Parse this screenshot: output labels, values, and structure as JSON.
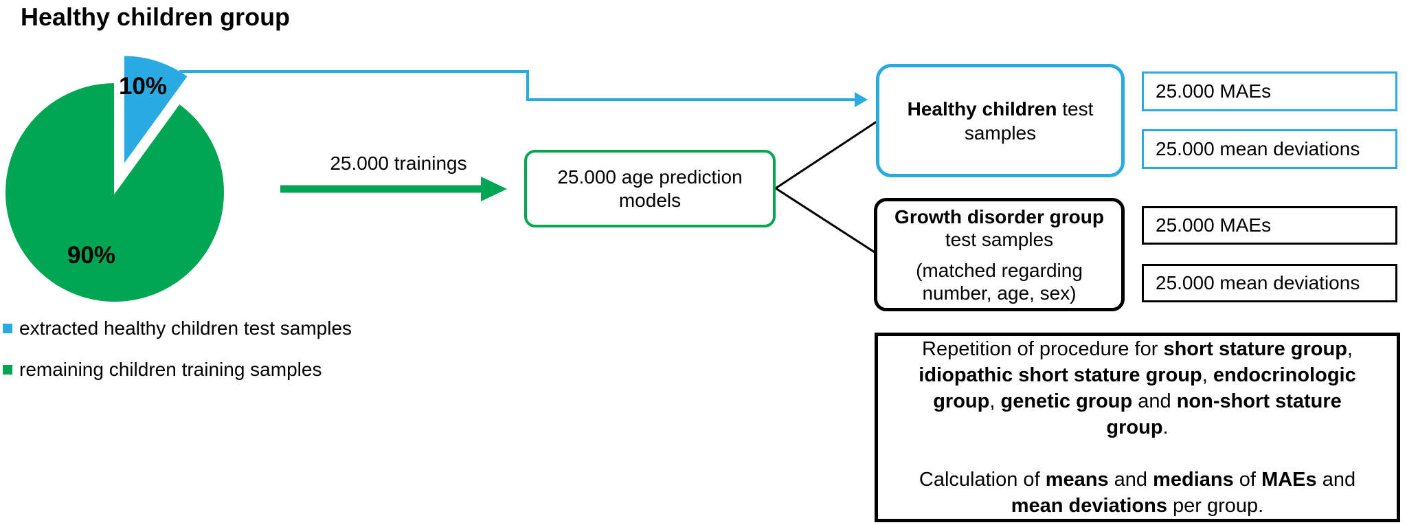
{
  "title": "Healthy children group",
  "colors": {
    "green": "#00A651",
    "blue": "#29ABE2",
    "black": "#000000",
    "background": "#FFFFFF"
  },
  "chart_data": {
    "type": "pie",
    "title": "Healthy children group",
    "labels": [
      "extracted healthy children test samples",
      "remaining children training samples"
    ],
    "values": [
      10,
      90
    ],
    "slice_labels": [
      "10%",
      "90%"
    ],
    "colors": [
      "#29ABE2",
      "#00A651"
    ],
    "explode": [
      0.26,
      0
    ],
    "start_angle_deg": 0,
    "direction": "clockwise",
    "legend_position": "bottom-left"
  },
  "legend": {
    "items": [
      {
        "label": "extracted healthy children test samples",
        "color": "#29ABE2"
      },
      {
        "label": "remaining children training samples",
        "color": "#00A651"
      }
    ]
  },
  "flow": {
    "training_arrow_label": "25.000 trainings",
    "models_box_lines": [
      "25.000 age prediction",
      "models"
    ],
    "healthy_box_lines": [
      [
        {
          "t": "Healthy children",
          "b": true
        },
        {
          "t": " test",
          "b": false
        }
      ],
      [
        {
          "t": "samples",
          "b": false
        }
      ]
    ],
    "growth_box_title_lines": [
      [
        {
          "t": "Growth disorder group",
          "b": true
        }
      ],
      [
        {
          "t": "test samples",
          "b": false
        }
      ]
    ],
    "growth_box_note_lines": [
      [
        {
          "t": "(matched regarding",
          "b": false
        }
      ],
      [
        {
          "t": "number, age, sex)",
          "b": false
        }
      ]
    ],
    "healthy_outputs": [
      "25.000 MAEs",
      "25.000 mean deviations"
    ],
    "growth_outputs": [
      "25.000 MAEs",
      "25.000 mean deviations"
    ],
    "repetition_box": {
      "para1_lines": [
        [
          {
            "t": "Repetition of procedure for ",
            "b": false
          },
          {
            "t": "short stature group",
            "b": true
          },
          {
            "t": ",",
            "b": false
          }
        ],
        [
          {
            "t": "idiopathic short stature group",
            "b": true
          },
          {
            "t": ", ",
            "b": false
          },
          {
            "t": "endocrinologic",
            "b": true
          }
        ],
        [
          {
            "t": "group",
            "b": true
          },
          {
            "t": ", ",
            "b": false
          },
          {
            "t": "genetic group",
            "b": true
          },
          {
            "t": " and ",
            "b": false
          },
          {
            "t": "non-short stature",
            "b": true
          }
        ],
        [
          {
            "t": "group",
            "b": true
          },
          {
            "t": ".",
            "b": false
          }
        ]
      ],
      "para2_lines": [
        [
          {
            "t": "Calculation of ",
            "b": false
          },
          {
            "t": "means",
            "b": true
          },
          {
            "t": " and ",
            "b": false
          },
          {
            "t": "medians",
            "b": true
          },
          {
            "t": " of ",
            "b": false
          },
          {
            "t": "MAEs",
            "b": true
          },
          {
            "t": " and",
            "b": false
          }
        ],
        [
          {
            "t": "mean deviations",
            "b": true
          },
          {
            "t": " per group.",
            "b": false
          }
        ]
      ]
    }
  }
}
